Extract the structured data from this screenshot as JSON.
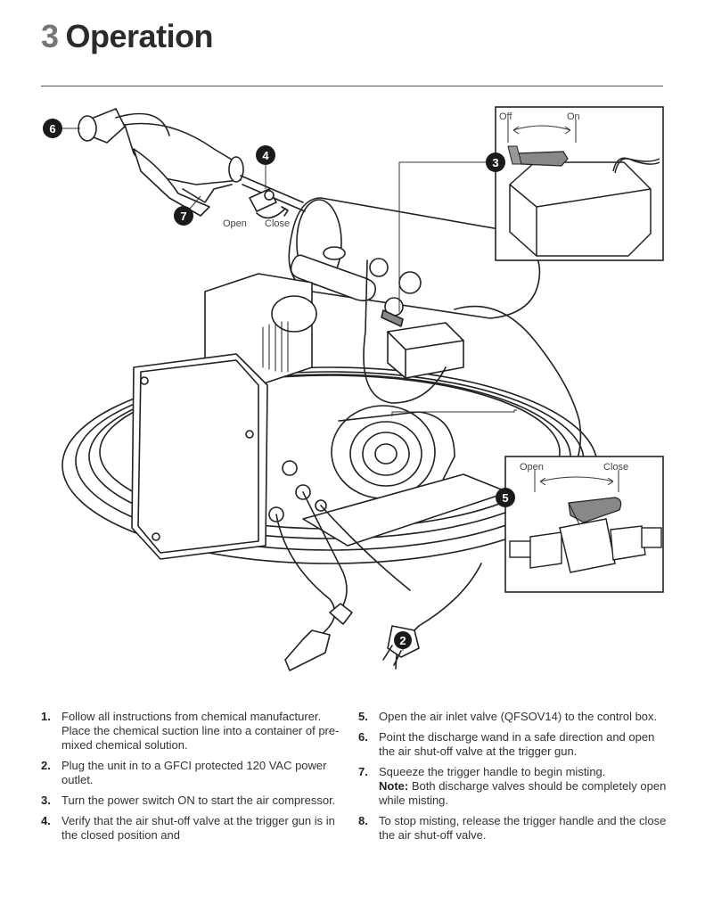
{
  "header": {
    "section_number": "3",
    "section_title": "Operation"
  },
  "illustration": {
    "callouts": [
      "6",
      "4",
      "7",
      "3",
      "5",
      "2"
    ],
    "trigger_valve": {
      "open_label": "Open",
      "close_label": "Close"
    },
    "power_switch_inset": {
      "off_label": "Off",
      "on_label": "On"
    },
    "air_inlet_inset": {
      "open_label": "Open",
      "close_label": "Close"
    }
  },
  "steps": [
    {
      "num": "1.",
      "text": "Follow all instructions from chemical manufacturer. Place the chemical suction line into a container of pre-mixed chemical solution."
    },
    {
      "num": "2.",
      "text": "Plug the unit in to a GFCI protected 120 VAC power outlet."
    },
    {
      "num": "3.",
      "text": "Turn the power switch ON to start the air compressor."
    },
    {
      "num": "4.",
      "text": "Verify that the air shut-off valve at the trigger gun is in the closed position and"
    },
    {
      "num": "5.",
      "text": "Open the air inlet valve (QFSOV14) to the control box."
    },
    {
      "num": "6.",
      "text": "Point the discharge wand in a safe direction and open the air shut-off valve at the trigger gun."
    },
    {
      "num": "7.",
      "text": "Squeeze the trigger handle to begin misting.",
      "note_label": "Note:",
      "note_text": "Both discharge valves should be completely open while misting."
    },
    {
      "num": "8.",
      "text": "To stop misting, release the trigger handle and the close the air shut-off valve."
    }
  ]
}
